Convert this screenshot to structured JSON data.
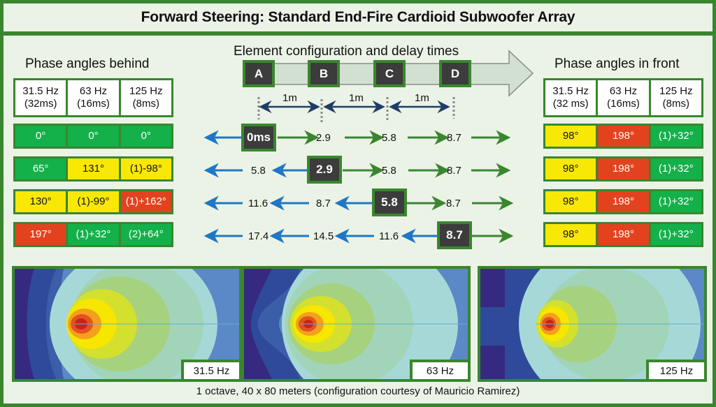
{
  "title": "Forward Steering: Standard End-Fire Cardioid Subwoofer Array",
  "colors": {
    "frame_green": "#3a862f",
    "panel_bg": "#ebf3e7",
    "cell_green": "#14b04a",
    "cell_yellow": "#f9e805",
    "cell_red": "#e3421e",
    "element_box": "#3c3c3c",
    "arrow_blue": "#1f77c4",
    "arrow_green": "#3a862f",
    "spacing_arrow": "#1f3d66"
  },
  "behind": {
    "title": "Phase angles behind",
    "headers": [
      {
        "line1": "31.5 Hz",
        "line2": "(32ms)"
      },
      {
        "line1": "63 Hz",
        "line2": "(16ms)"
      },
      {
        "line1": "125 Hz",
        "line2": "(8ms)"
      }
    ],
    "rows": [
      [
        {
          "v": "0°",
          "c": "green"
        },
        {
          "v": "0°",
          "c": "green"
        },
        {
          "v": "0°",
          "c": "green"
        }
      ],
      [
        {
          "v": "65°",
          "c": "green"
        },
        {
          "v": "131°",
          "c": "yellow"
        },
        {
          "v": "(1)-98°",
          "c": "yellow"
        }
      ],
      [
        {
          "v": "130°",
          "c": "yellow"
        },
        {
          "v": "(1)-99°",
          "c": "yellow"
        },
        {
          "v": "(1)+162°",
          "c": "red"
        }
      ],
      [
        {
          "v": "197°",
          "c": "red"
        },
        {
          "v": "(1)+32°",
          "c": "green"
        },
        {
          "v": "(2)+64°",
          "c": "green"
        }
      ]
    ]
  },
  "front": {
    "title": "Phase angles in front",
    "headers": [
      {
        "line1": "31.5 Hz",
        "line2": "(32 ms)"
      },
      {
        "line1": "63 Hz",
        "line2": "(16ms)"
      },
      {
        "line1": "125 Hz",
        "line2": "(8ms)"
      }
    ],
    "rows": [
      [
        {
          "v": "98°",
          "c": "yellow"
        },
        {
          "v": "198°",
          "c": "red"
        },
        {
          "v": "(1)+32°",
          "c": "green"
        }
      ],
      [
        {
          "v": "98°",
          "c": "yellow"
        },
        {
          "v": "198°",
          "c": "red"
        },
        {
          "v": "(1)+32°",
          "c": "green"
        }
      ],
      [
        {
          "v": "98°",
          "c": "yellow"
        },
        {
          "v": "198°",
          "c": "red"
        },
        {
          "v": "(1)+32°",
          "c": "green"
        }
      ],
      [
        {
          "v": "98°",
          "c": "yellow"
        },
        {
          "v": "198°",
          "c": "red"
        },
        {
          "v": "(1)+32°",
          "c": "green"
        }
      ]
    ]
  },
  "config": {
    "title": "Element configuration and delay times",
    "elements": [
      "A",
      "B",
      "C",
      "D"
    ],
    "spacings": [
      "1m",
      "1m",
      "1m"
    ],
    "delay_rows": [
      {
        "active": 0,
        "values": [
          "0ms",
          "2.9",
          "5.8",
          "8.7"
        ]
      },
      {
        "active": 1,
        "values": [
          "5.8",
          "2.9",
          "5.8",
          "8.7"
        ]
      },
      {
        "active": 2,
        "values": [
          "11.6",
          "8.7",
          "5.8",
          "8.7"
        ]
      },
      {
        "active": 3,
        "values": [
          "17.4",
          "14.5",
          "11.6",
          "8.7"
        ]
      }
    ]
  },
  "heatmaps": [
    {
      "label": "31.5 Hz"
    },
    {
      "label": "63 Hz"
    },
    {
      "label": "125 Hz"
    }
  ],
  "caption": "1 octave, 40 x 80 meters (configuration courtesy of Mauricio Ramirez)"
}
